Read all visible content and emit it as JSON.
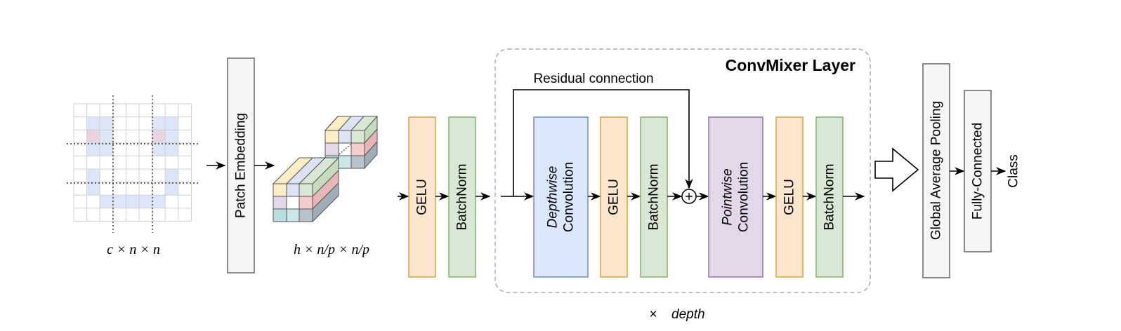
{
  "input": {
    "dims_label": "c × n × n"
  },
  "patch_embedding": {
    "label": "Patch Embedding"
  },
  "embedded": {
    "dims_label": "h × n/p × n/p"
  },
  "stem": {
    "gelu": "GELU",
    "batchnorm": "BatchNorm"
  },
  "mixer_layer": {
    "title": "ConvMixer Layer",
    "residual_label": "Residual connection",
    "depthwise": {
      "emphasis": "Depthwise",
      "label": "Convolution"
    },
    "gelu_1": "GELU",
    "batchnorm_1": "BatchNorm",
    "pointwise": {
      "emphasis": "Pointwise",
      "label": "Convolution"
    },
    "gelu_2": "GELU",
    "batchnorm_2": "BatchNorm",
    "repeat_prefix": "×",
    "repeat_label": "depth"
  },
  "head": {
    "pooling": "Global Average Pooling",
    "fully_connected": "Fully-Connected",
    "output": "Class"
  },
  "colors": {
    "gelu_fill": "#fbe6cd",
    "gelu_stroke": "#d6a43c",
    "batchnorm_fill": "#d8e8d4",
    "batchnorm_stroke": "#82b366",
    "depthwise_fill": "#dbe7fb",
    "depthwise_stroke": "#6c8ebf",
    "pointwise_fill": "#e3d8ea",
    "pointwise_stroke": "#9673a6",
    "gray_fill": "#f5f5f5",
    "gray_stroke": "#666666"
  }
}
